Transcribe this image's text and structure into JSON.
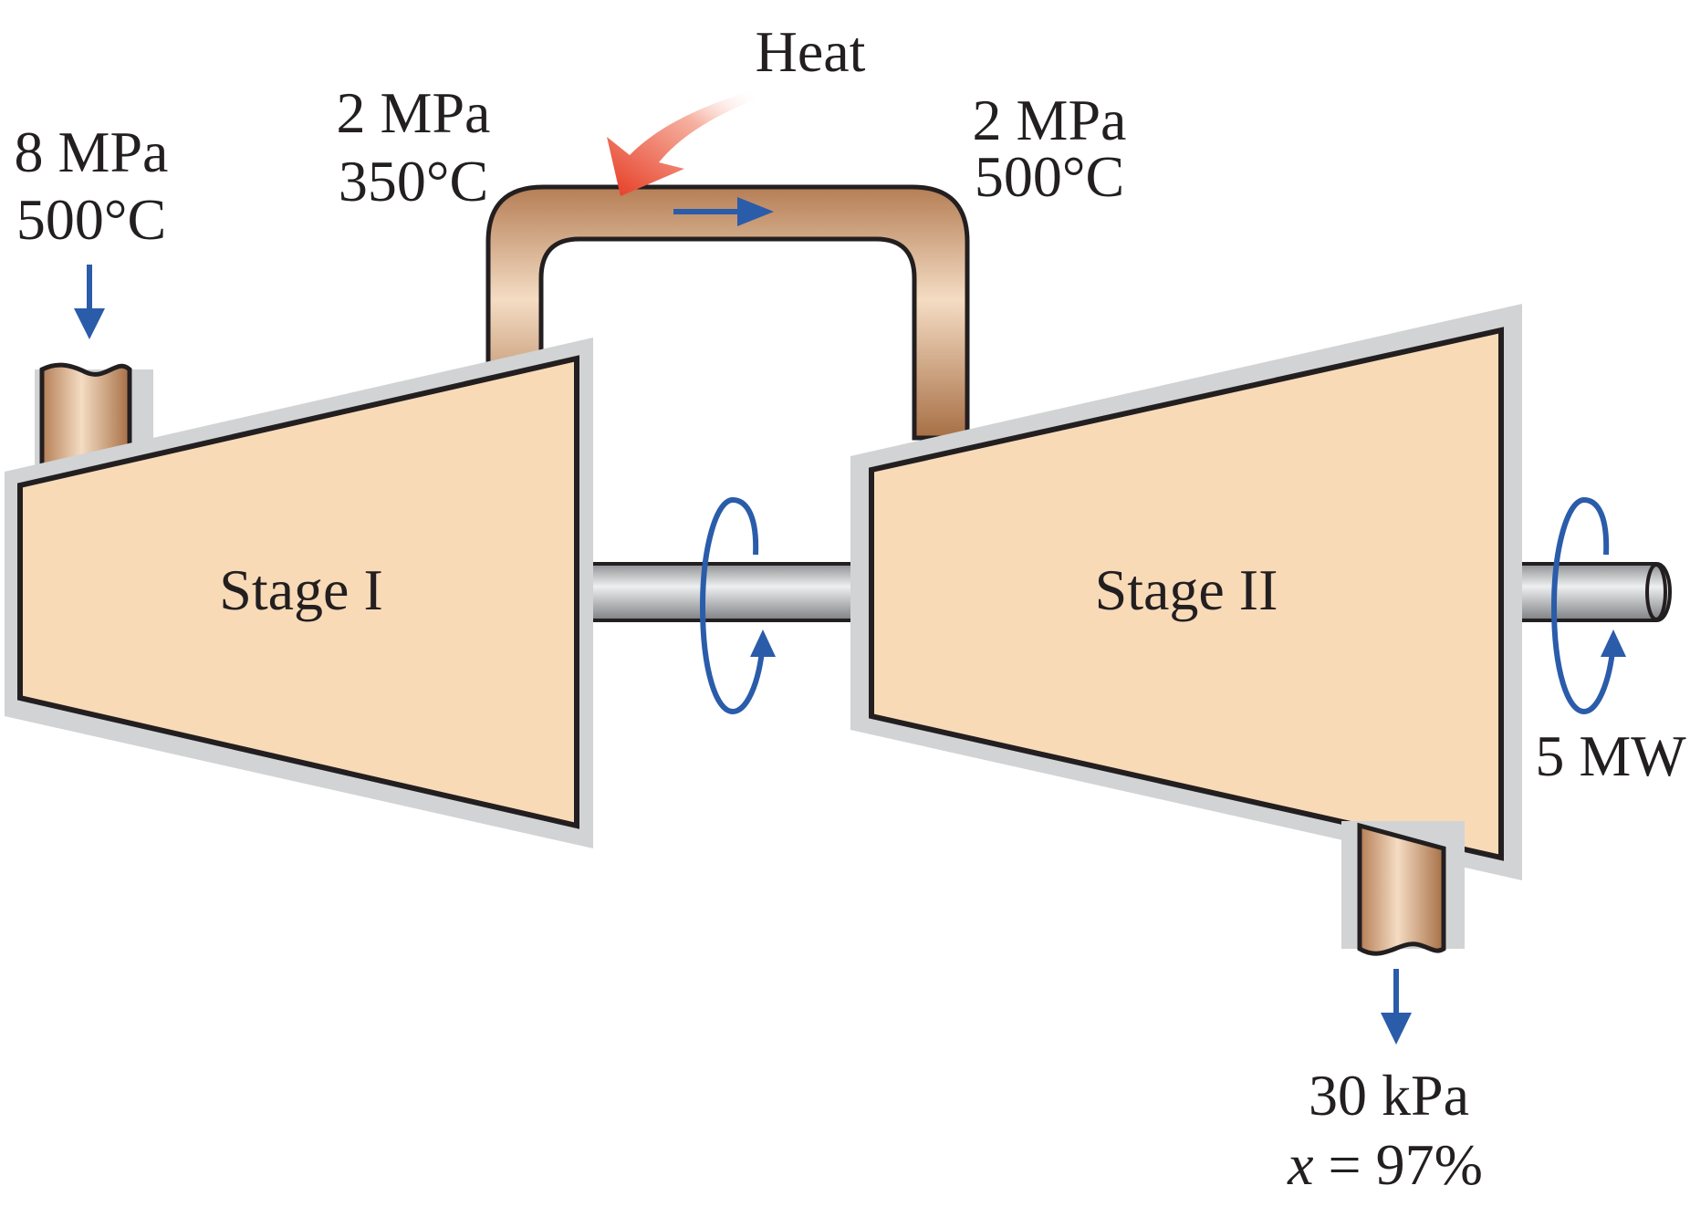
{
  "inlet": {
    "pressure": "8 MPa",
    "temperature": "500°C"
  },
  "reheat_inlet": {
    "pressure": "2 MPa",
    "temperature": "350°C"
  },
  "reheat_outlet": {
    "pressure": "2 MPa",
    "temperature": "500°C"
  },
  "heat_label": "Heat",
  "stage1_label": "Stage I",
  "stage2_label": "Stage II",
  "power_output": "5 MW",
  "outlet": {
    "pressure": "30 kPa",
    "quality_var": "x",
    "quality_rest": " = 97%"
  },
  "colors": {
    "turbine_fill": "#f8dab7",
    "outline": "#231f20",
    "casing_shadow": "#d1d3d4",
    "pipe": "#c8956a",
    "arrow_blue": "#2a5caa",
    "heat_red": "#e8402b",
    "shaft": "#a6a8ab"
  }
}
